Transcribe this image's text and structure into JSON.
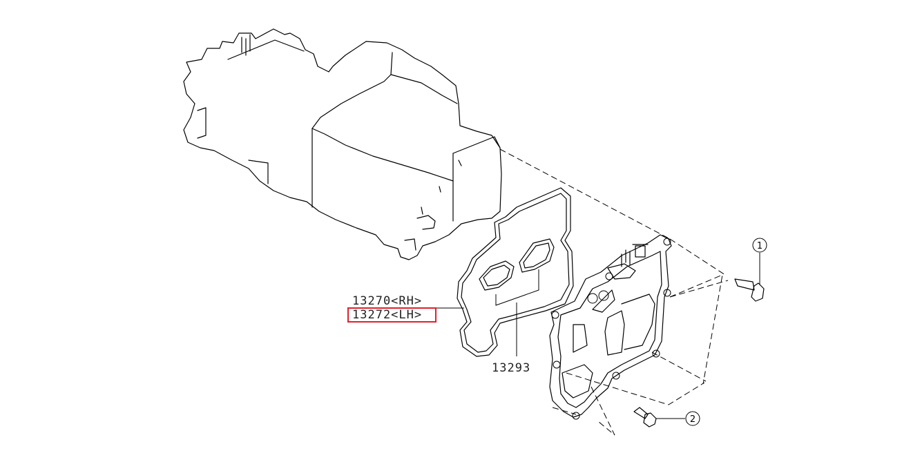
{
  "parts": [
    {
      "number": "13270<RH>"
    },
    {
      "number": "13272<LH>"
    },
    {
      "number": "13293"
    }
  ],
  "callouts": [
    {
      "number": "1"
    },
    {
      "number": "2"
    }
  ],
  "highlight_color": "#e0202a"
}
